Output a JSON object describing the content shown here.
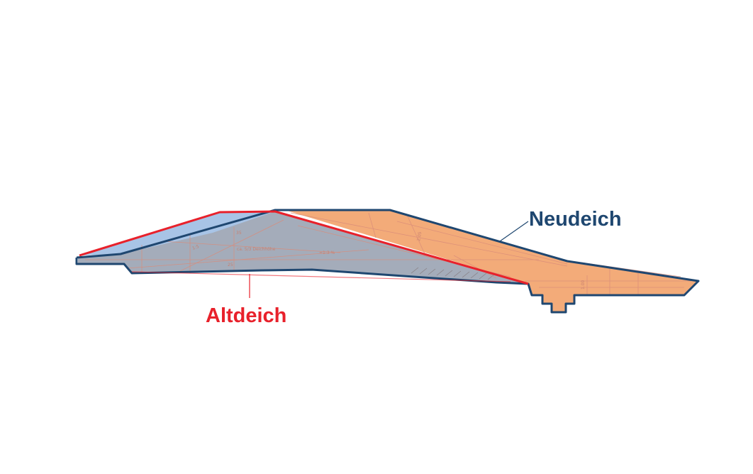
{
  "labels": {
    "new_dike": "Neudeich",
    "old_dike": "Altdeich"
  },
  "drawing_notes": {
    "height_note": "ca. 5/3 Deichhöhe",
    "slope_note": "≈1:3 %",
    "dim_a": "2.05",
    "dim_b": "1.00",
    "slope_left": "1:5",
    "mark_1": "25",
    "mark_2": "35"
  },
  "colors": {
    "old_dike": "#e8212b",
    "new_dike_outline": "#1f4770",
    "new_dike_fill": "#f2a46e",
    "old_body_fill": "#9aa3b2",
    "water_side_fill": "#a8c4e6"
  }
}
